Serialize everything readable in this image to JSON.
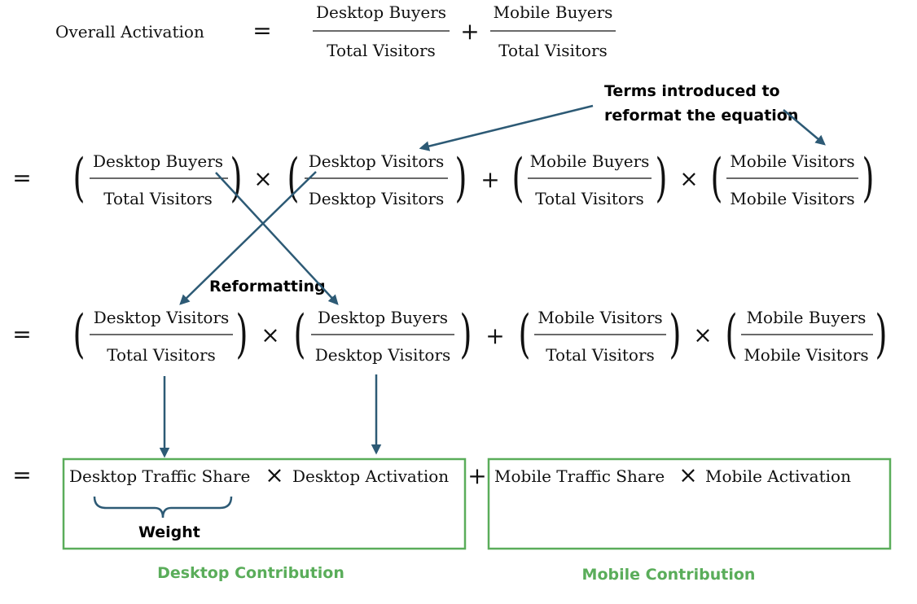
{
  "colors": {
    "arrow": "#2d5a75",
    "box": "#5aad5a",
    "caption": "#5aad5a",
    "text": "#111111"
  },
  "symbols": {
    "equals": "=",
    "plus": "+",
    "times": "×",
    "lparen": "(",
    "rparen": ")"
  },
  "row1": {
    "lhs": "Overall Activation",
    "t1": {
      "num": "Desktop Buyers",
      "den": "Total Visitors"
    },
    "t2": {
      "num": "Mobile Buyers",
      "den": "Total Visitors"
    }
  },
  "row2": {
    "f1": {
      "num": "Desktop Buyers",
      "den": "Total Visitors"
    },
    "f2": {
      "num": "Desktop Visitors",
      "den": "Desktop Visitors"
    },
    "f3": {
      "num": "Mobile Buyers",
      "den": "Total Visitors"
    },
    "f4": {
      "num": "Mobile Visitors",
      "den": "Mobile Visitors"
    }
  },
  "row3": {
    "f1": {
      "num": "Desktop Visitors",
      "den": "Total Visitors"
    },
    "f2": {
      "num": "Desktop Buyers",
      "den": "Desktop Visitors"
    },
    "f3": {
      "num": "Mobile Visitors",
      "den": "Total Visitors"
    },
    "f4": {
      "num": "Mobile Buyers",
      "den": "Mobile Visitors"
    }
  },
  "row4": {
    "desktop_share": "Desktop Traffic Share",
    "desktop_activation": "Desktop Activation",
    "mobile_share": "Mobile Traffic Share",
    "mobile_activation": "Mobile Activation"
  },
  "notes": {
    "terms_line1": "Terms introduced to",
    "terms_line2": "reformat the equation",
    "reformatting": "Reformatting",
    "weight": "Weight"
  },
  "captions": {
    "desktop": "Desktop Contribution",
    "mobile": "Mobile Contribution"
  }
}
